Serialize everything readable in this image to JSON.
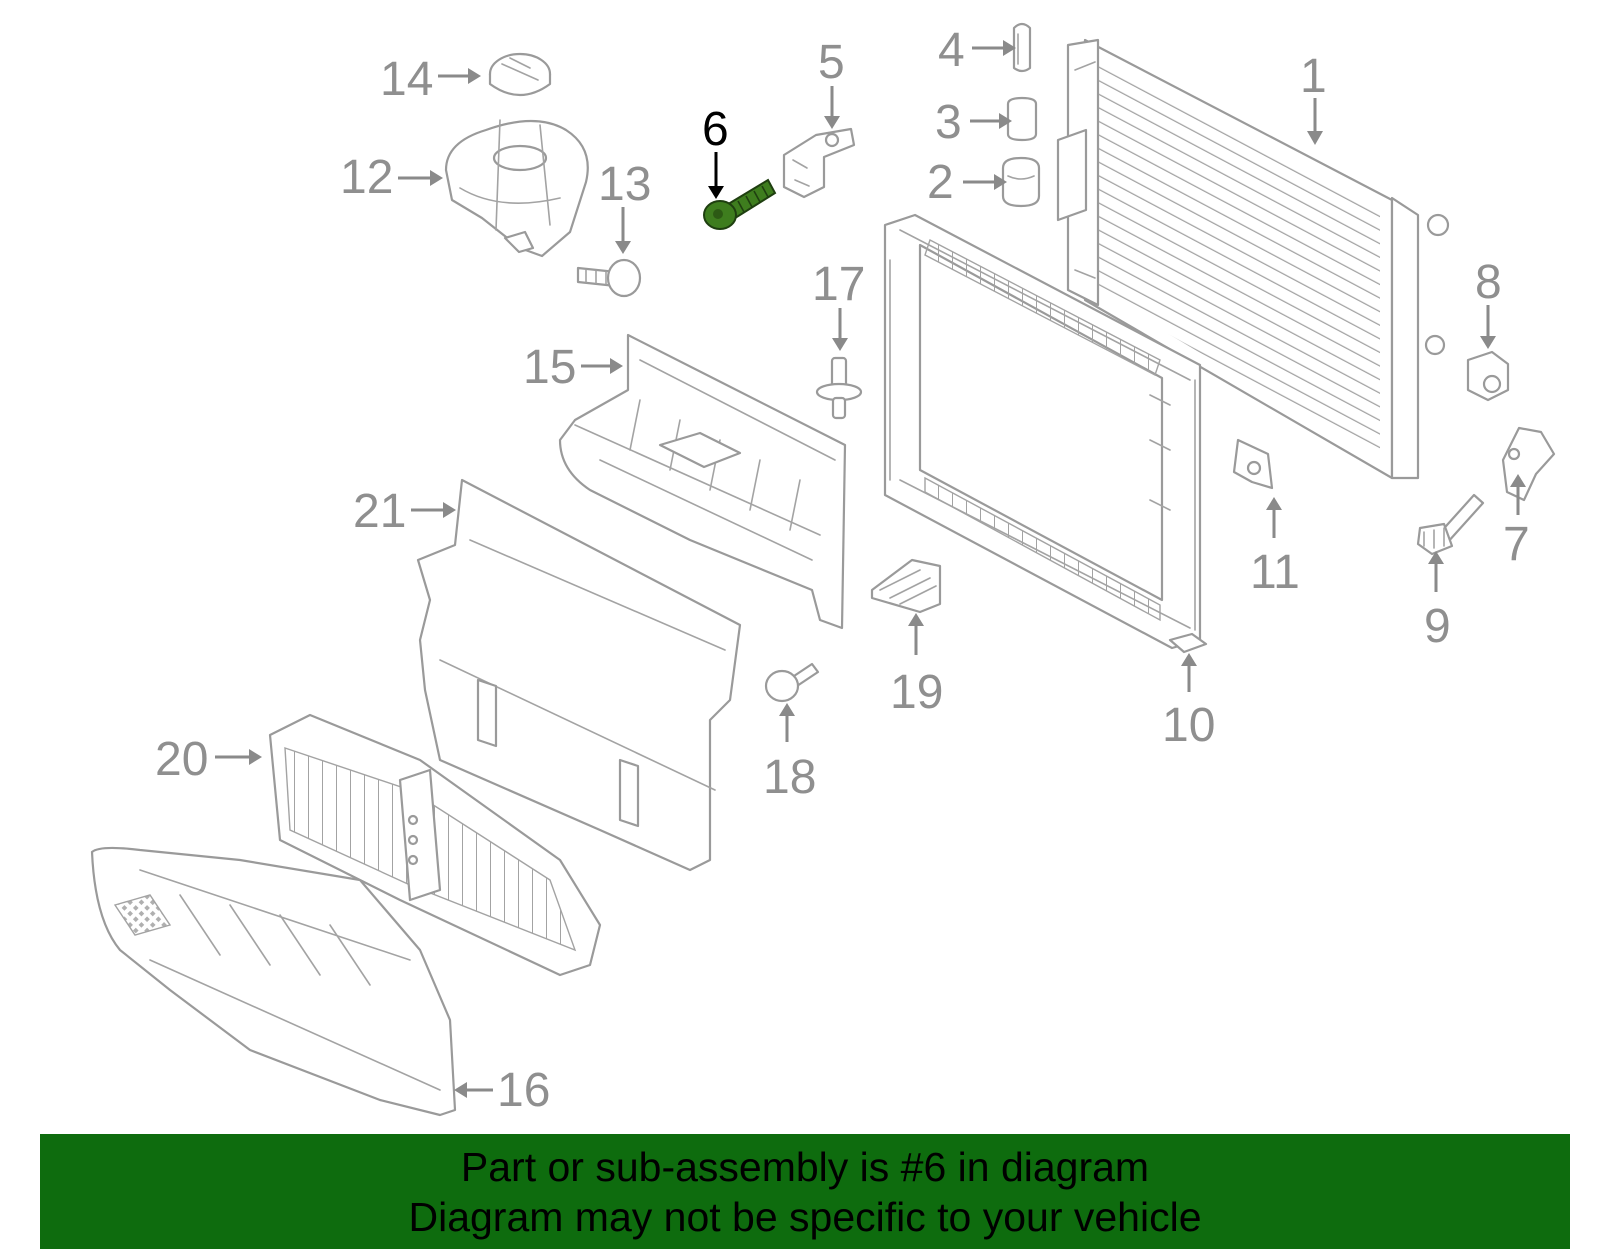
{
  "callouts": [
    {
      "label": "1"
    },
    {
      "label": "2"
    },
    {
      "label": "3"
    },
    {
      "label": "4"
    },
    {
      "label": "5"
    },
    {
      "label": "6"
    },
    {
      "label": "7"
    },
    {
      "label": "8"
    },
    {
      "label": "9"
    },
    {
      "label": "10"
    },
    {
      "label": "11"
    },
    {
      "label": "12"
    },
    {
      "label": "13"
    },
    {
      "label": "14"
    },
    {
      "label": "15"
    },
    {
      "label": "16"
    },
    {
      "label": "17"
    },
    {
      "label": "18"
    },
    {
      "label": "19"
    },
    {
      "label": "20"
    },
    {
      "label": "21"
    }
  ],
  "highlighted_part": "6",
  "colors": {
    "highlight": "#3e7d1e",
    "banner": "#0e6c0e",
    "line": "#9a9a9a"
  },
  "banner": {
    "line1": "Part or sub-assembly is #6 in diagram",
    "line2": "Diagram may not be specific to your vehicle"
  }
}
